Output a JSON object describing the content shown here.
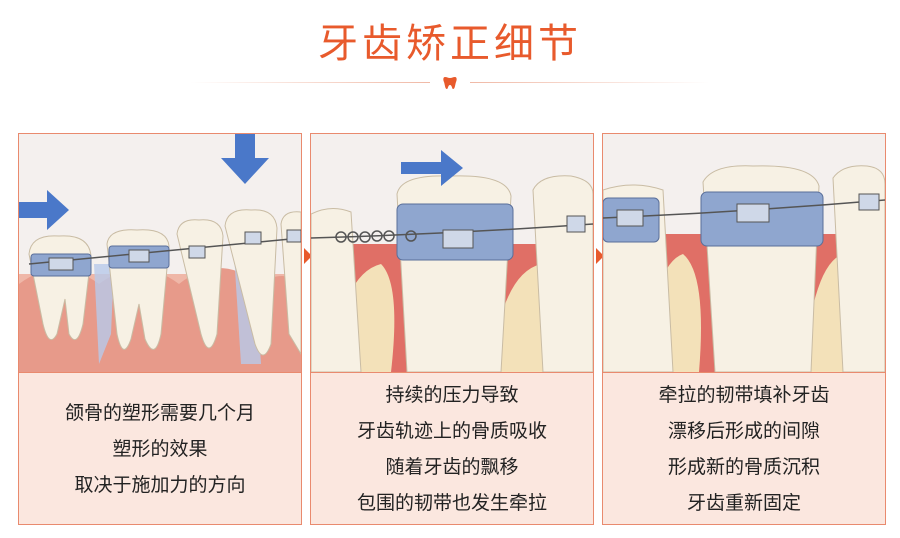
{
  "title": "牙齿矫正细节",
  "panels": [
    {
      "caption": [
        "颌骨的塑形需要几个月",
        "塑形的效果",
        "取决于施加力的方向"
      ]
    },
    {
      "caption": [
        "持续的压力导致",
        "牙齿轨迹上的骨质吸收",
        "随着牙齿的飘移",
        "包围的韧带也发生牵拉"
      ]
    },
    {
      "caption": [
        "牵拉的韧带填补牙齿",
        "漂移后形成的间隙",
        "形成新的骨质沉积",
        "牙齿重新固定"
      ]
    }
  ],
  "watermark": "",
  "colors": {
    "accent": "#e85a2c",
    "border": "#e98a6e",
    "panel_bg": "#fbe7df",
    "arrow": "#4a78c9",
    "band": "#8fa6cf"
  }
}
